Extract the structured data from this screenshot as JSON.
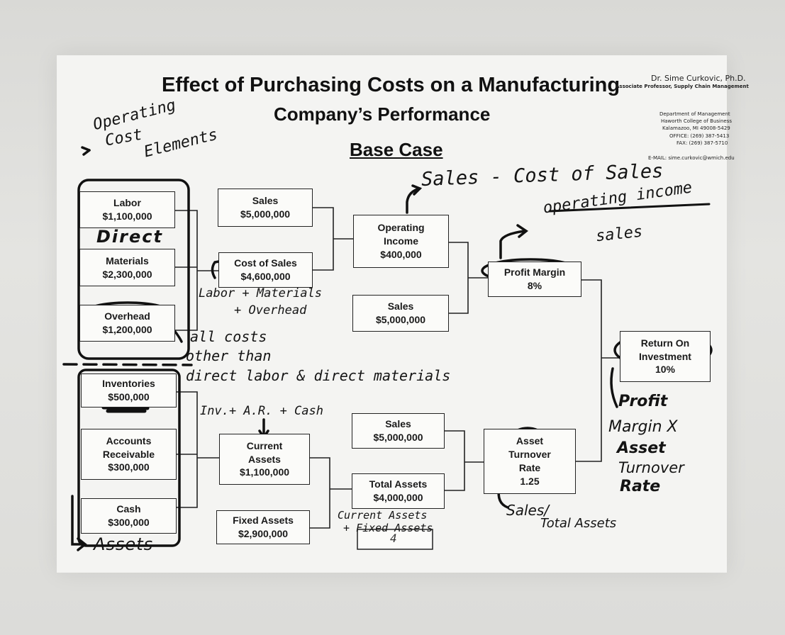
{
  "header": {
    "title_line1": "Effect of Purchasing Costs on a Manufacturing",
    "title_line2": "Company’s Performance",
    "base_case": "Base Case"
  },
  "contact": {
    "name": "Dr. Sime Curkovic, Ph.D.",
    "position": "Associate Professor, Supply Chain Management",
    "dept": "Department of Management",
    "college": "Haworth College of Business",
    "city": "Kalamazoo, MI 49008-5429",
    "office": "OFFICE: (269) 387-5413",
    "fax": "FAX: (269) 387-5710",
    "email": "E-MAIL: sime.curkovic@wmich.edu"
  },
  "boxes": {
    "labor": {
      "label": "Labor",
      "value": "$1,100,000"
    },
    "materials": {
      "label": "Materials",
      "value": "$2,300,000"
    },
    "overhead": {
      "label": "Overhead",
      "value": "$1,200,000"
    },
    "inventories": {
      "label": "Inventories",
      "value": "$500,000"
    },
    "accounts_receivable": {
      "label": "Accounts Receivable",
      "value": "$300,000"
    },
    "cash": {
      "label": "Cash",
      "value": "$300,000"
    },
    "sales_top": {
      "label": "Sales",
      "value": "$5,000,000"
    },
    "cost_of_sales": {
      "label": "Cost of Sales",
      "value": "$4,600,000"
    },
    "current_assets": {
      "label": "Current Assets",
      "value": "$1,100,000"
    },
    "fixed_assets": {
      "label": "Fixed Assets",
      "value": "$2,900,000"
    },
    "operating_income": {
      "label": "Operating Income",
      "value": "$400,000"
    },
    "sales_mid": {
      "label": "Sales",
      "value": "$5,000,000"
    },
    "sales_low": {
      "label": "Sales",
      "value": "$5,000,000"
    },
    "total_assets": {
      "label": "Total Assets",
      "value": "$4,000,000"
    },
    "total_assets_extra": {
      "value": "4"
    },
    "profit_margin": {
      "label": "Profit Margin",
      "value": "8%"
    },
    "asset_turnover": {
      "label": "Asset Turnover Rate",
      "value": "1.25"
    },
    "roi": {
      "label": "Return On Investment",
      "value": "10%"
    }
  },
  "handwriting": {
    "operating": "Operating",
    "cost": "Cost",
    "elements": "Elements",
    "direct": "Direct",
    "assets": "Assets",
    "sales_minus_cos": "Sales - Cost of Sales",
    "op_income_over": "operating income",
    "sales_denom": "sales",
    "labor_plus_materials": "Labor + Materials",
    "plus_overhead": "+ Overhead",
    "all_costs": "all costs",
    "other_than": "other than",
    "direct_labor_materials": "direct labor & direct materials",
    "inv_ar_cash": "Inv.+ A.R. + Cash",
    "current_assets_note": "Current Assets",
    "plus_fixed_assets": "+ Fixed Assets",
    "profit": "Profit",
    "margin_x": "Margin X",
    "asset": "Asset",
    "turnover": "Turnover",
    "rate": "Rate",
    "sales_slash": "Sales/",
    "total_assets": "Total Assets"
  }
}
